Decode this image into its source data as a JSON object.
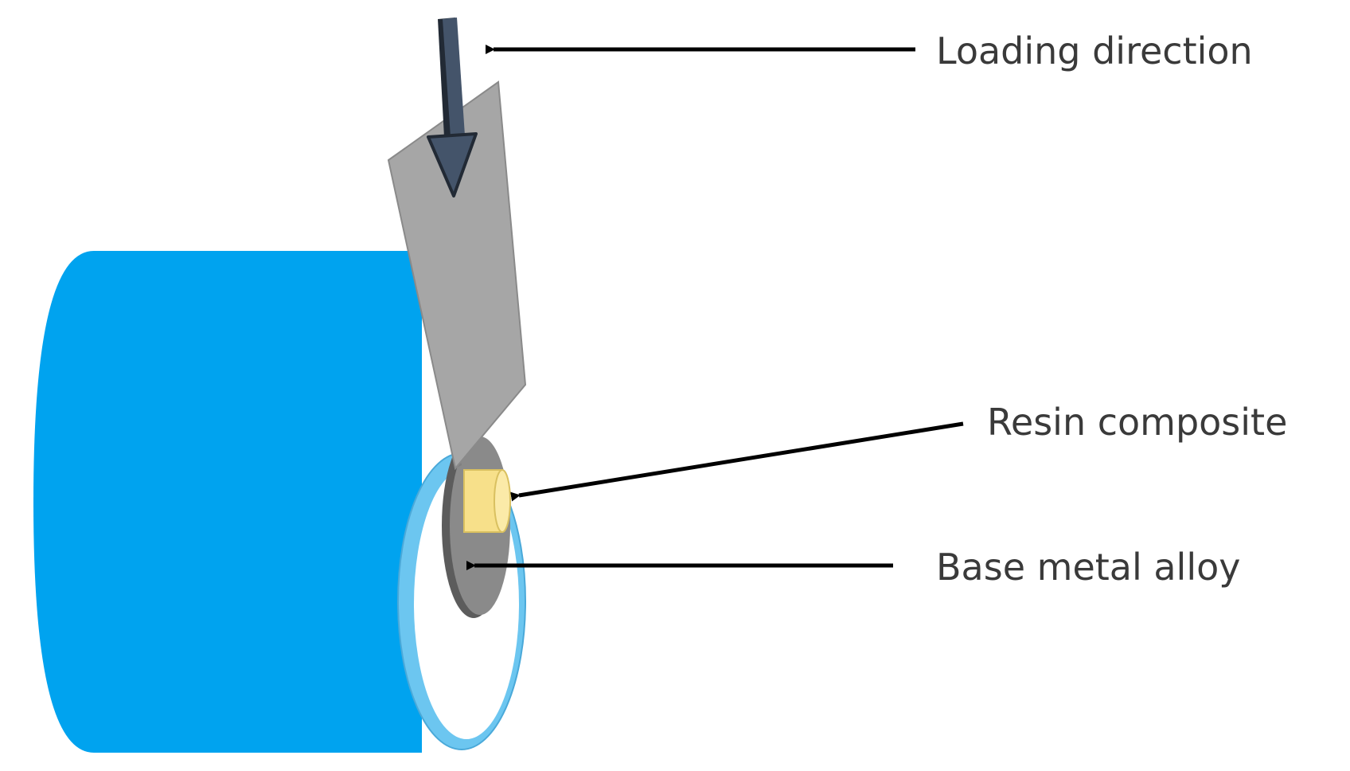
{
  "labels": {
    "loading_direction": "Loading direction",
    "resin_composite": "Resin composite",
    "base_metal_alloy": "Base metal alloy"
  },
  "colors": {
    "cylinder_body": "#00a3ef",
    "cylinder_edge": "#6cc6f0",
    "cylinder_face": "#ffffff",
    "blade": "#a6a6a6",
    "blade_edge": "#7f7f7f",
    "arrow": "#44546a",
    "arrow_dark": "#222a35",
    "metal_disc": "#7a7a7a",
    "resin": "#f7e08a",
    "leader_line": "#000000",
    "text": "#3a3a3a"
  },
  "icons": {
    "loading_arrow": "down-arrow-icon",
    "leader": "arrow-left-icon"
  }
}
